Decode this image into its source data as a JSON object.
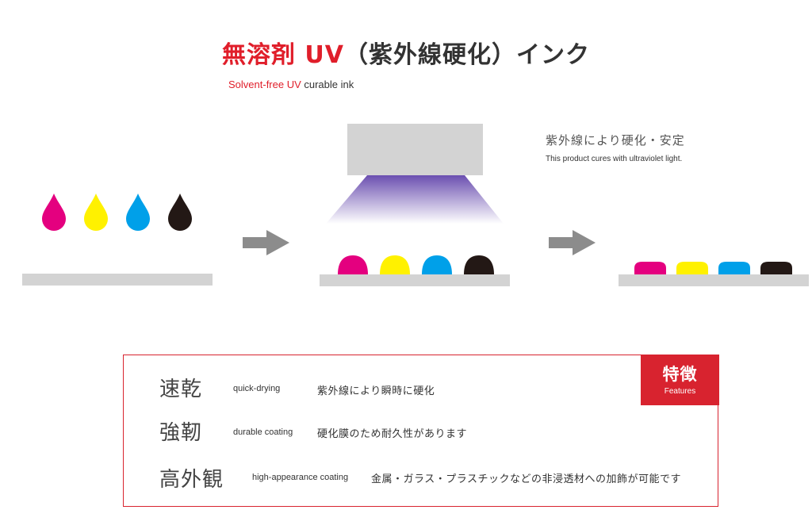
{
  "header": {
    "title_red": "無溶剤 UV",
    "title_rest": "（紫外線硬化）インク",
    "subtitle_red": "Solvent-free UV",
    "subtitle_rest": " curable ink"
  },
  "diagram": {
    "cure_note_ja": "紫外線により硬化・安定",
    "cure_note_en": "This product cures with ultraviolet light.",
    "ink_colors": [
      "#e4007f",
      "#fff100",
      "#00a0e9",
      "#231815"
    ],
    "uv_color": "#6b4fb0",
    "substrate_color": "#d3d3d3",
    "arrow_color": "#8c8c8c"
  },
  "features": {
    "badge_ja": "特徴",
    "badge_en": "Features",
    "items": [
      {
        "kanji": "速乾",
        "en": "quick-drying",
        "desc": "紫外線により瞬時に硬化"
      },
      {
        "kanji": "強靭",
        "en": "durable coating",
        "desc": "硬化膜のため耐久性があります"
      },
      {
        "kanji": "高外観",
        "en": "high-appearance coating",
        "desc": "金属・ガラス・プラスチックなどの非浸透材への加飾が可能です"
      }
    ]
  }
}
